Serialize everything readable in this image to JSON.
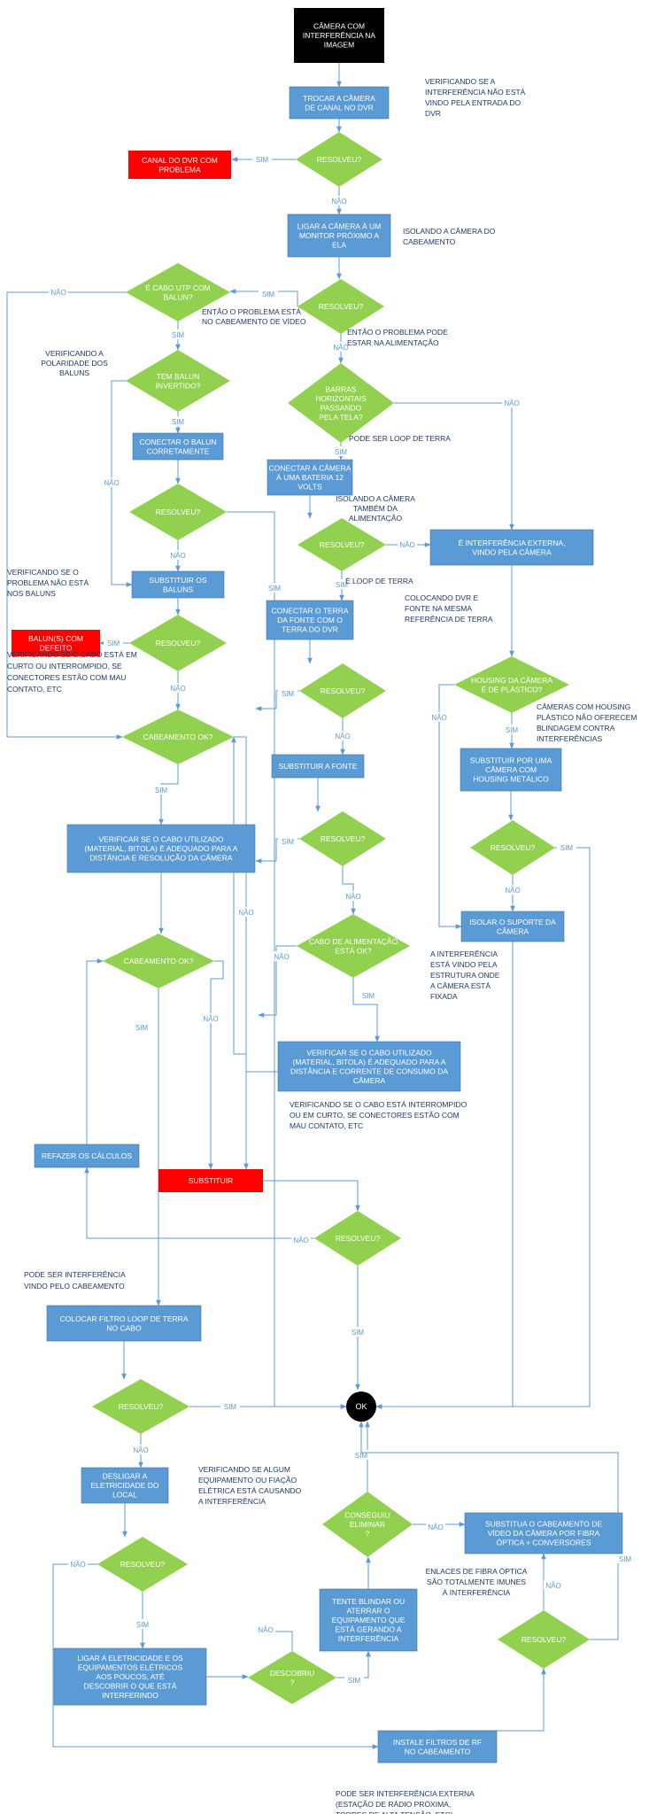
{
  "colors": {
    "process": "#5b9bd5",
    "process_border": "#41719c",
    "decision": "#92d050",
    "alert": "#ff0000",
    "start": "#000000",
    "line": "#5b9bd5",
    "note": "#1f3864",
    "edge_label": "#5b9bd5"
  },
  "diagram": {
    "nodes": [
      {
        "id": "start",
        "shape": "start",
        "lines": [
          "CÂMERA COM",
          "INTERFERÊNCIA NA",
          "IMAGEM"
        ]
      },
      {
        "id": "trocar",
        "shape": "process",
        "lines": [
          "TROCAR A CÂMERA",
          "DE CANAL NO DVR"
        ]
      },
      {
        "id": "d_resolveu1",
        "shape": "decision",
        "lines": [
          "RESOLVEU?"
        ]
      },
      {
        "id": "canal_problema",
        "shape": "alert",
        "lines": [
          "CANAL DO DVR COM",
          "PROBLEMA"
        ]
      },
      {
        "id": "ligar_monitor",
        "shape": "process",
        "lines": [
          "LIGAR A CÂMERA À UM",
          "MONITOR PRÓXIMO A",
          "ELA"
        ]
      },
      {
        "id": "d_resolveu2",
        "shape": "decision",
        "lines": [
          "RESOLVEU?"
        ]
      },
      {
        "id": "d_cabo_utp",
        "shape": "decision",
        "lines": [
          "É CABO UTP COM",
          "BALUN?"
        ]
      },
      {
        "id": "d_balun_invertido",
        "shape": "decision",
        "lines": [
          "TEM BALUN",
          "INVERTIDO?"
        ]
      },
      {
        "id": "conectar_balun",
        "shape": "process",
        "lines": [
          "CONECTAR O BALUN",
          "CORRETAMENTE"
        ]
      },
      {
        "id": "d_resolveu3",
        "shape": "decision",
        "lines": [
          "RESOLVEU?"
        ]
      },
      {
        "id": "substituir_baluns",
        "shape": "process",
        "lines": [
          "SUBSTITUIR OS",
          "BALUNS"
        ]
      },
      {
        "id": "d_resolveu4",
        "shape": "decision",
        "lines": [
          "RESOLVEU?"
        ]
      },
      {
        "id": "balun_defeito",
        "shape": "alert",
        "lines": [
          "BALUN(S) COM",
          "DEFEITO"
        ]
      },
      {
        "id": "d_cabeamento1",
        "shape": "decision",
        "lines": [
          "CABEAMENTO OK?"
        ]
      },
      {
        "id": "verificar_cabo1",
        "shape": "process",
        "lines": [
          "VERIFICAR SE O CABO UTILIZADO",
          "(MATERIAL, BITOLA) É ADEQUADO PARA A",
          "DISTÂNCIA E RESOLUÇÃO DA CÂMERA"
        ]
      },
      {
        "id": "d_cabeamento2",
        "shape": "decision",
        "lines": [
          "CABEAMENTO OK?"
        ]
      },
      {
        "id": "refazer",
        "shape": "process",
        "lines": [
          "REFAZER OS CÁLCULOS"
        ]
      },
      {
        "id": "substituir",
        "shape": "alert",
        "lines": [
          "SUBSTITUIR"
        ]
      },
      {
        "id": "d_barras",
        "shape": "decision",
        "lines": [
          "BARRAS",
          "HORIZONTAIS",
          "PASSANDO",
          "PELA TELA?"
        ]
      },
      {
        "id": "conectar_bateria",
        "shape": "process",
        "lines": [
          "CONECTAR A CÂMERA",
          "À UMA BATERIA 12",
          "VOLTS"
        ]
      },
      {
        "id": "d_resolveu5",
        "shape": "decision",
        "lines": [
          "RESOLVEU?"
        ]
      },
      {
        "id": "interf_externa",
        "shape": "process",
        "lines": [
          "É INTERFERÊNCIA EXTERNA,",
          "VINDO PELA CÂMERA"
        ]
      },
      {
        "id": "conectar_terra",
        "shape": "process",
        "lines": [
          "CONECTAR O TERRA",
          "DA FONTE COM O",
          "TERRA DO DVR"
        ]
      },
      {
        "id": "d_resolveu6",
        "shape": "decision",
        "lines": [
          "RESOLVEU?"
        ]
      },
      {
        "id": "substituir_fonte",
        "shape": "process",
        "lines": [
          "SUBSTITUIR A FONTE"
        ]
      },
      {
        "id": "d_resolveu7",
        "shape": "decision",
        "lines": [
          "RESOLVEU?"
        ]
      },
      {
        "id": "d_cabo_alim",
        "shape": "decision",
        "lines": [
          "CABO DE ALIMENTAÇÃO",
          "ESTÁ OK?"
        ]
      },
      {
        "id": "verificar_cabo2",
        "shape": "process",
        "lines": [
          "VERIFICAR SE O CABO UTILIZADO",
          "(MATERIAL, BITOLA) É ADEQUADO PARA A",
          "DISTÂNCIA E CORRENTE DE CONSUMO DA",
          "CÂMERA"
        ]
      },
      {
        "id": "d_housing",
        "shape": "decision",
        "lines": [
          "HOUSING DA CÂMERA",
          "É DE PLÁSTICO?"
        ]
      },
      {
        "id": "substituir_housing",
        "shape": "process",
        "lines": [
          "SUBSTITUIR POR UMA",
          "CÂMERA COM",
          "HOUSING METÁLICO"
        ]
      },
      {
        "id": "d_resolveu8",
        "shape": "decision",
        "lines": [
          "RESOLVEU?"
        ]
      },
      {
        "id": "isolar_suporte",
        "shape": "process",
        "lines": [
          "ISOLAR O SUPORTE DA",
          "CÂMERA"
        ]
      },
      {
        "id": "d_resolveu9",
        "shape": "decision",
        "lines": [
          "RESOLVEU?"
        ]
      },
      {
        "id": "colocar_filtro",
        "shape": "process",
        "lines": [
          "COLOCAR FILTRO LOOP DE TERRA",
          "NO CABO"
        ]
      },
      {
        "id": "d_resolveu10",
        "shape": "decision",
        "lines": [
          "RESOLVEU?"
        ]
      },
      {
        "id": "ok",
        "shape": "end",
        "lines": [
          "OK"
        ]
      },
      {
        "id": "desligar",
        "shape": "process",
        "lines": [
          "DESLIGAR A",
          "ELETRICIDADE DO",
          "LOCAL"
        ]
      },
      {
        "id": "d_resolveu11",
        "shape": "decision",
        "lines": [
          "RESOLVEU?"
        ]
      },
      {
        "id": "ligar_eletricidade",
        "shape": "process",
        "lines": [
          "LIGAR A ELETRICIDADE E OS",
          "EQUIPAMENTOS ELÉTRICOS",
          "AOS POUCOS, ATÉ",
          "DESCOBRIR O QUE ESTÁ",
          "INTERFERINDO"
        ]
      },
      {
        "id": "d_descobriu",
        "shape": "decision",
        "lines": [
          "DESCOBRIU",
          "?"
        ]
      },
      {
        "id": "tente_blindar",
        "shape": "process",
        "lines": [
          "TENTE BLINDAR OU",
          "ATERRAR O",
          "EQUIPAMENTO QUE",
          "ESTÁ GERANDO A",
          "INTERFERÊNCIA"
        ]
      },
      {
        "id": "d_conseguiu",
        "shape": "decision",
        "lines": [
          "CONSEGUIU",
          "ELIMINAR",
          "?"
        ]
      },
      {
        "id": "substitua_fibra",
        "shape": "process",
        "lines": [
          "SUBSTITUA O CABEAMENTO DE",
          "VÍDEO DA CÂMERA POR FIBRA",
          "ÓPTICA + CONVERSORES"
        ]
      },
      {
        "id": "d_resolveu12",
        "shape": "decision",
        "lines": [
          "RESOLVEU?"
        ]
      },
      {
        "id": "instale_filtros",
        "shape": "process",
        "lines": [
          "INSTALE FILTROS DE RF",
          "NO CABEAMENTO"
        ]
      }
    ],
    "notes": [
      {
        "id": "note_dvr",
        "lines": [
          "VERIFICANDO SE A",
          "INTERFERÊNCIA NÃO ESTÁ",
          "VINDO PELA ENTRADA DO",
          "DVR"
        ]
      },
      {
        "id": "note_isolando",
        "lines": [
          "ISOLANDO A CÂMERA DO",
          "CABEAMENTO"
        ]
      },
      {
        "id": "note_cabeamento_video",
        "lines": [
          "ENTÃO O PROBLEMA ESTÁ",
          "NO CABEAMENTO DE VÍDEO"
        ]
      },
      {
        "id": "note_alimentacao",
        "lines": [
          "ENTÃO O PROBLEMA PODE",
          "ESTAR NA ALIMENTAÇÃO"
        ]
      },
      {
        "id": "note_polaridade",
        "lines": [
          "VERIFICANDO A",
          "POLARIDADE DOS",
          "BALUNS"
        ]
      },
      {
        "id": "note_loop",
        "lines": [
          "PODE SER LOOP DE TERRA"
        ]
      },
      {
        "id": "note_isolando_alim",
        "lines": [
          "ISOLANDO A CÂMERA",
          "TAMBÉM DA",
          "ALIMENTAÇÃO"
        ]
      },
      {
        "id": "note_problema_baluns",
        "lines": [
          "VERIFICANDO SE O",
          "PROBLEMA NÃO ESTÁ",
          "NOS BALUNS"
        ]
      },
      {
        "id": "note_e_loop",
        "lines": [
          "É LOOP DE TERRA"
        ]
      },
      {
        "id": "note_dvr_fonte",
        "lines": [
          "COLOCANDO DVR E",
          "FONTE NA MESMA",
          "REFERÊNCIA DE TERRA"
        ]
      },
      {
        "id": "note_curto",
        "lines": [
          "VERIFICANDO SE O CABO ESTÁ EM",
          "CURTO OU INTERROMPIDO, SE",
          "CONECTORES ESTÃO COM MAU",
          "CONTATO, ETC"
        ]
      },
      {
        "id": "note_housing",
        "lines": [
          "CÂMERAS COM HOUSING",
          "PLÁSTICO NÃO OFERECEM",
          "BLINDAGEM CONTRA",
          "INTERFERÊNCIAS"
        ]
      },
      {
        "id": "note_estrutura",
        "lines": [
          "A INTERFERÊNCIA",
          "ESTÁ VINDO PELA",
          "ESTRUTURA ONDE",
          "A CÂMERA ESTÁ",
          "FIXADA"
        ]
      },
      {
        "id": "note_interrompido",
        "lines": [
          "VERIFICANDO SE O CABO ESTÁ INTERROMPIDO",
          "OU EM CURTO, SE CONECTORES ESTÃO COM",
          "MAU CONTATO, ETC"
        ]
      },
      {
        "id": "note_interf_cabeamento",
        "lines": [
          "PODE SER INTERFERÊNCIA",
          "VINDO PELO CABEAMENTO"
        ]
      },
      {
        "id": "note_equipamento",
        "lines": [
          "VERIFICANDO SE ALGUM",
          "EQUIPAMENTO OU FIAÇÃO",
          "ELÉTRICA ESTÁ CAUSANDO",
          "A INTERFERÊNCIA"
        ]
      },
      {
        "id": "note_fibra",
        "lines": [
          "ENLACES DE FIBRA ÓPTICA",
          "SÃO TOTALMENTE IMUNES",
          "À INTERFERÊNCIA"
        ]
      },
      {
        "id": "note_radio",
        "lines": [
          "PODE SER INTERFERÊNCIA EXTERNA",
          "(ESTAÇÃO DE RÁDIO PRÓXIMA,",
          "TORRES DE ALTA TENSÃO, ETC)"
        ]
      }
    ],
    "edges": [
      {
        "from": "start",
        "to": "trocar"
      },
      {
        "from": "trocar",
        "to": "d_resolveu1"
      },
      {
        "from": "d_resolveu1",
        "to": "canal_problema",
        "label": "SIM"
      },
      {
        "from": "d_resolveu1",
        "to": "ligar_monitor",
        "label": "NÃO"
      },
      {
        "from": "ligar_monitor",
        "to": "d_resolveu2"
      },
      {
        "from": "d_resolveu2",
        "to": "d_cabo_utp",
        "label": "SIM"
      },
      {
        "from": "d_resolveu2",
        "to": "d_barras",
        "label": "NÃO"
      },
      {
        "from": "d_cabo_utp",
        "to": "d_cabeamento1",
        "label": "NÃO"
      },
      {
        "from": "d_cabo_utp",
        "to": "d_balun_invertido",
        "label": "SIM"
      },
      {
        "from": "d_balun_invertido",
        "to": "conectar_balun",
        "label": "SIM"
      },
      {
        "from": "d_balun_invertido",
        "to": "substituir_baluns",
        "label": "NÃO"
      },
      {
        "from": "conectar_balun",
        "to": "d_resolveu3"
      },
      {
        "from": "d_resolveu3",
        "to": "substituir_baluns",
        "label": "NÃO"
      },
      {
        "from": "d_resolveu3",
        "to": "ok",
        "label": "SIM"
      },
      {
        "from": "substituir_baluns",
        "to": "d_resolveu4"
      },
      {
        "from": "d_resolveu4",
        "to": "balun_defeito",
        "label": "SIM"
      },
      {
        "from": "d_resolveu4",
        "to": "d_cabeamento1",
        "label": "NÃO"
      },
      {
        "from": "d_cabeamento1",
        "to": "verificar_cabo1",
        "label": "SIM"
      },
      {
        "from": "d_cabeamento1",
        "to": "substituir",
        "label": "NÃO"
      },
      {
        "from": "verificar_cabo1",
        "to": "d_cabeamento2"
      },
      {
        "from": "d_cabeamento2",
        "to": "colocar_filtro",
        "label": "SIM"
      },
      {
        "from": "d_cabeamento2",
        "to": "substituir",
        "label": "NÃO"
      },
      {
        "from": "d_barras",
        "to": "conectar_bateria",
        "label": "SIM"
      },
      {
        "from": "d_barras",
        "to": "interf_externa",
        "label": "NÃO"
      },
      {
        "from": "conectar_bateria",
        "to": "d_resolveu5"
      },
      {
        "from": "d_resolveu5",
        "to": "interf_externa",
        "label": "NÃO"
      },
      {
        "from": "d_resolveu5",
        "to": "conectar_terra",
        "label": "SIM"
      },
      {
        "from": "conectar_terra",
        "to": "d_resolveu6"
      },
      {
        "from": "d_resolveu6",
        "to": "verificar_cabo1",
        "label": "SIM"
      },
      {
        "from": "d_resolveu6",
        "to": "substituir_fonte",
        "label": "NÃO"
      },
      {
        "from": "substituir_fonte",
        "to": "d_resolveu7"
      },
      {
        "from": "d_resolveu7",
        "to": "verificar_cabo1",
        "label": "SIM"
      },
      {
        "from": "d_resolveu7",
        "to": "d_cabo_alim",
        "label": "NÃO"
      },
      {
        "from": "d_cabo_alim",
        "to": "verificar_cabo2",
        "label": "SIM"
      },
      {
        "from": "d_cabo_alim",
        "to": "verificar_cabo1",
        "label": "NÃO"
      },
      {
        "from": "verificar_cabo2",
        "to": "d_cabeamento1",
        "label": "NÃO"
      },
      {
        "from": "interf_externa",
        "to": "d_housing"
      },
      {
        "from": "d_housing",
        "to": "substituir_housing",
        "label": "SIM"
      },
      {
        "from": "d_housing",
        "to": "isolar_suporte",
        "label": "NÃO"
      },
      {
        "from": "substituir_housing",
        "to": "d_resolveu8"
      },
      {
        "from": "d_resolveu8",
        "to": "ok",
        "label": "SIM"
      },
      {
        "from": "d_resolveu8",
        "to": "isolar_suporte",
        "label": "NÃO"
      },
      {
        "from": "isolar_suporte",
        "to": "ok"
      },
      {
        "from": "substituir",
        "to": "d_resolveu9"
      },
      {
        "from": "d_resolveu9",
        "to": "refazer",
        "label": "NÃO"
      },
      {
        "from": "d_resolveu9",
        "to": "ok",
        "label": "SIM"
      },
      {
        "from": "refazer",
        "to": "d_cabeamento2"
      },
      {
        "from": "colocar_filtro",
        "to": "d_resolveu10"
      },
      {
        "from": "d_resolveu10",
        "to": "ok",
        "label": "SIM"
      },
      {
        "from": "d_resolveu10",
        "to": "desligar",
        "label": "NÃO"
      },
      {
        "from": "desligar",
        "to": "d_resolveu11"
      },
      {
        "from": "d_resolveu11",
        "to": "ligar_eletricidade",
        "label": "SIM"
      },
      {
        "from": "d_resolveu11",
        "to": "instale_filtros",
        "label": "NÃO"
      },
      {
        "from": "ligar_eletricidade",
        "to": "d_descobriu"
      },
      {
        "from": "d_descobriu",
        "to": "tente_blindar",
        "label": "SIM"
      },
      {
        "from": "d_descobriu",
        "to": "ligar_eletricidade",
        "label": "NÃO"
      },
      {
        "from": "tente_blindar",
        "to": "d_conseguiu"
      },
      {
        "from": "d_conseguiu",
        "to": "ok",
        "label": "SIM"
      },
      {
        "from": "d_conseguiu",
        "to": "substitua_fibra",
        "label": "NÃO"
      },
      {
        "from": "instale_filtros",
        "to": "d_resolveu12"
      },
      {
        "from": "d_resolveu12",
        "to": "substitua_fibra",
        "label": "NÃO"
      },
      {
        "from": "d_resolveu12",
        "to": "ok",
        "label": "SIM"
      },
      {
        "from": "substitua_fibra",
        "to": "ok"
      }
    ]
  }
}
